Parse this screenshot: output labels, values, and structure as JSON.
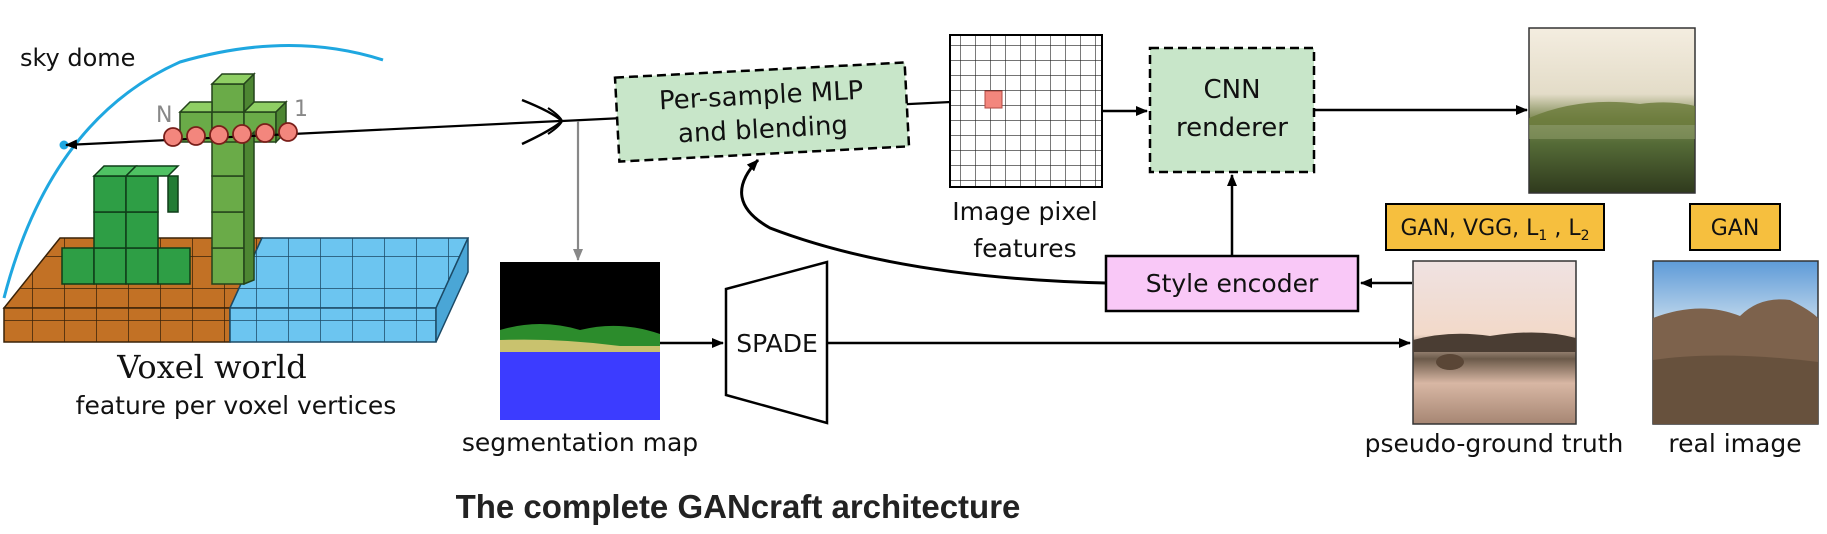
{
  "caption": "The complete GANcraft architecture",
  "labels": {
    "sky_dome": "sky dome",
    "ray_N": "N",
    "ray_1": "1",
    "voxel_world": "Voxel world",
    "voxel_sub": "feature per voxel vertices",
    "mlp_line1": "Per-sample MLP",
    "mlp_line2": "and blending",
    "pixel_line1": "Image pixel",
    "pixel_line2": "features",
    "cnn_line1": "CNN",
    "cnn_line2": "renderer",
    "style_encoder": "Style encoder",
    "spade": "SPADE",
    "seg_map": "segmentation map",
    "pseudo_gt": "pseudo-ground truth",
    "real_image": "real image",
    "loss_left_main": "GAN, VGG, L",
    "loss_left_sub1": "1",
    "loss_left_sep": " , L",
    "loss_left_sub2": "2",
    "loss_right": "GAN"
  },
  "colors": {
    "sky_line": "#1fa7e0",
    "green_box": "#c8e6c9",
    "pink_box": "#f9c8f7",
    "loss_box": "#f6bf3e",
    "voxel_green": "#2e9e45",
    "voxel_brown": "#c27125",
    "voxel_blue": "#69c3ef",
    "sample_point": "#f3867d",
    "seg_sky": "#000000",
    "seg_water": "#3c3cff"
  }
}
